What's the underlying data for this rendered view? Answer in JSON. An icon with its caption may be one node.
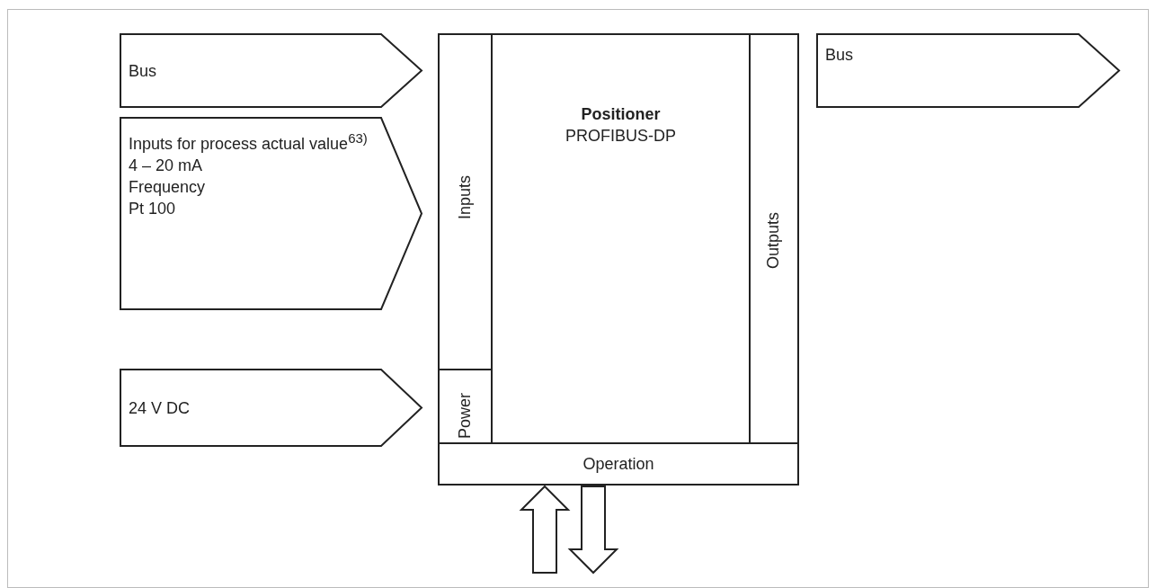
{
  "diagram": {
    "nodes": [
      {
        "text": [
          "Bus"
        ]
      },
      {
        "text": [
          "Inputs"
        ]
      },
      {
        "text": [
          "Positioner",
          "PROFIBUS-DP"
        ]
      },
      {
        "text": [
          "Outputs"
        ]
      },
      {
        "text": [
          "Bus"
        ]
      },
      {
        "text": [
          "Inputs for process actual value$^{63)}$",
          "4 – 20 mA",
          "Frequency",
          "Pt 100"
        ]
      },
      {
        "text": [
          "Power"
        ]
      },
      {
        "text": [
          "24 V DC"
        ]
      },
      {
        "text": [
          "Operation"
        ]
      }
    ],
    "edges": [
      {
        "from": null,
        "to": 8,
        "arrow": "to"
      },
      {
        "from": 8,
        "to": null,
        "arrow": "to"
      }
    ]
  }
}
